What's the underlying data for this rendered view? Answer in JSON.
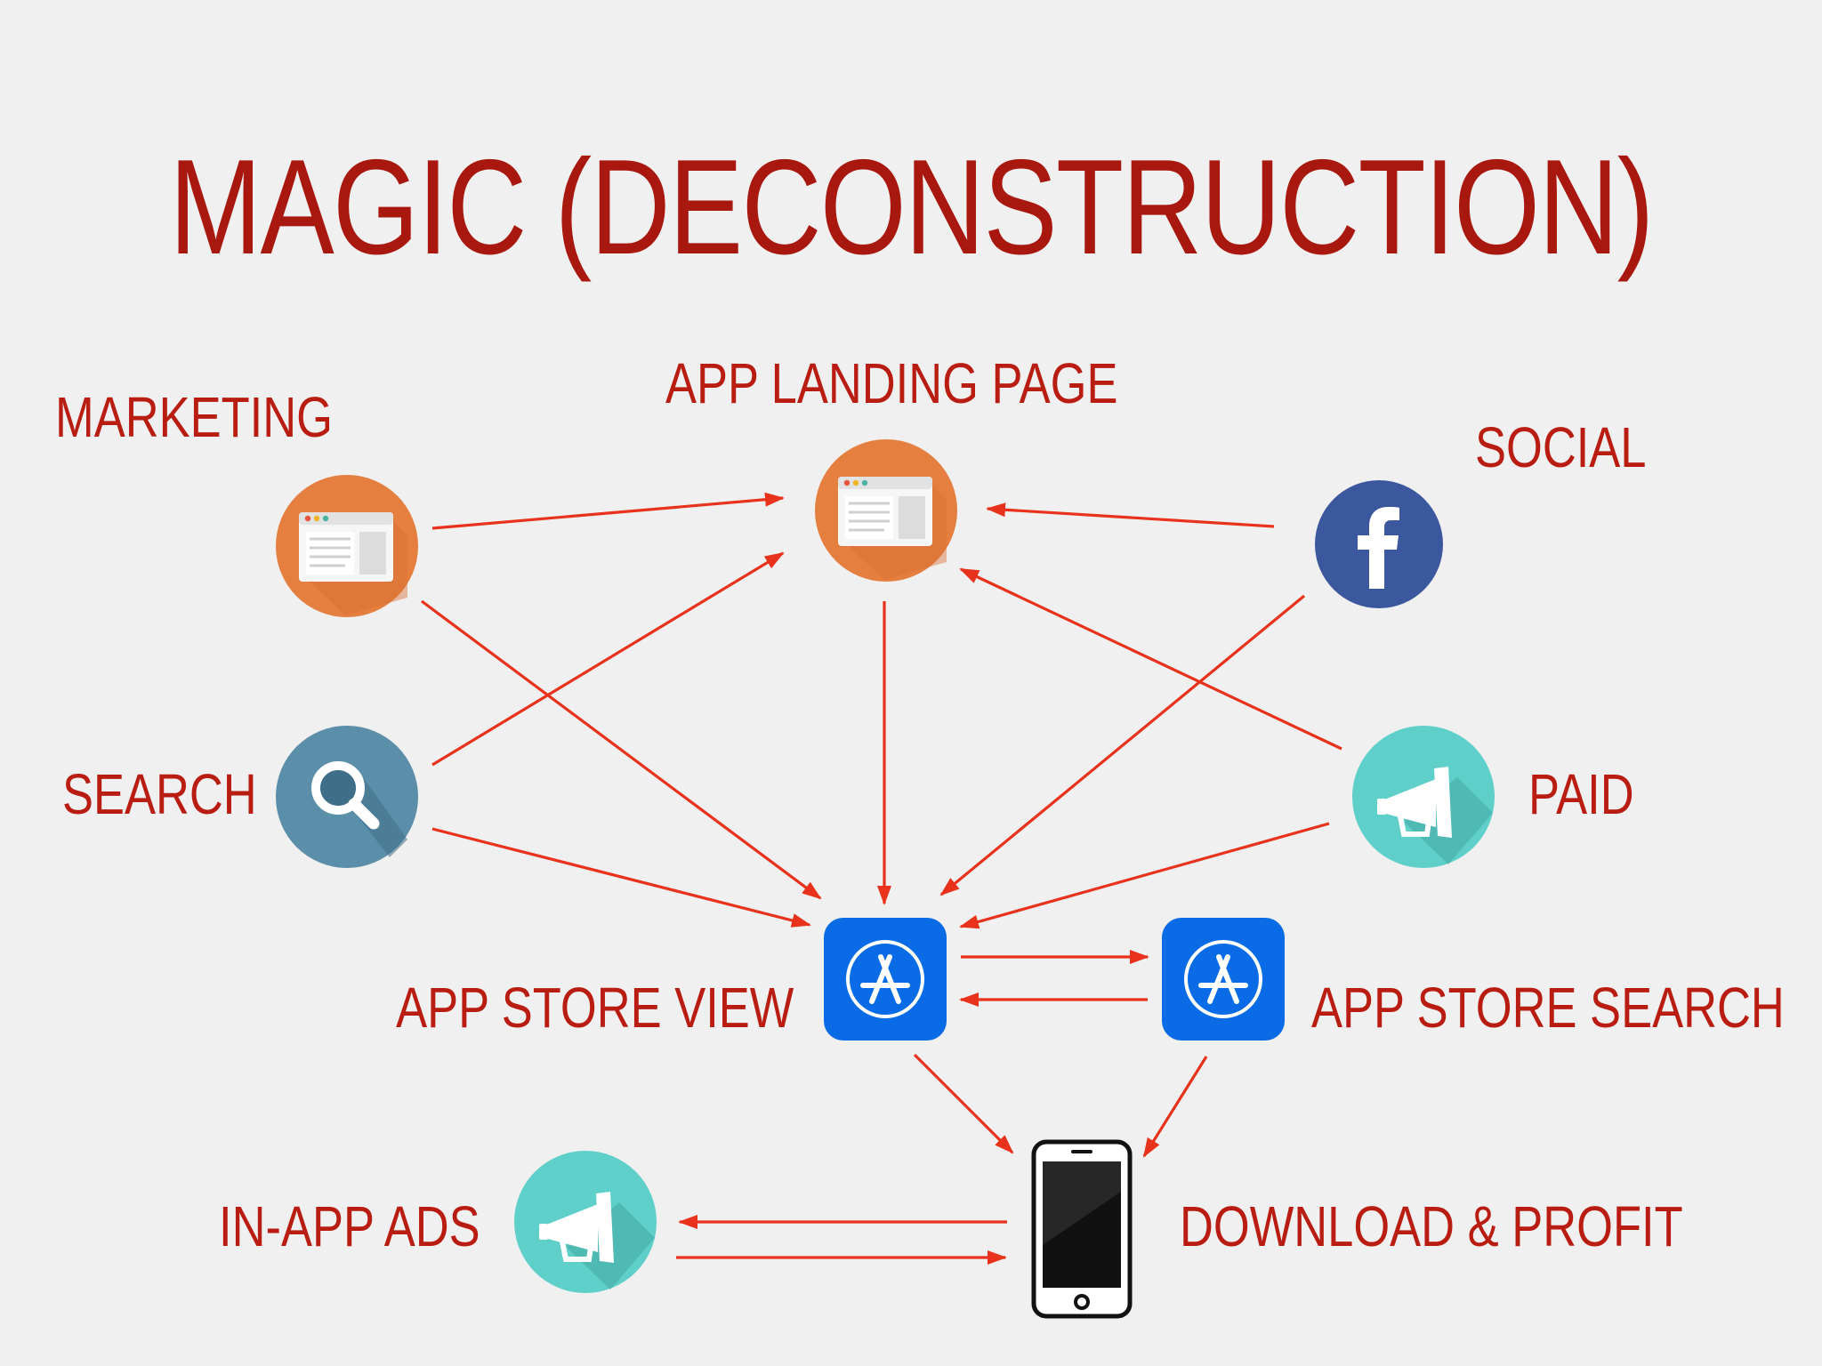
{
  "title": "MAGIC (DECONSTRUCTION)",
  "nodes": {
    "marketing": {
      "label": "MARKETING",
      "icon": "browser-window-icon"
    },
    "landing": {
      "label": "APP LANDING PAGE",
      "icon": "browser-window-icon"
    },
    "social": {
      "label": "SOCIAL",
      "icon": "facebook-icon"
    },
    "search": {
      "label": "SEARCH",
      "icon": "magnifier-icon"
    },
    "paid": {
      "label": "PAID",
      "icon": "megaphone-icon"
    },
    "store_view": {
      "label": "APP STORE VIEW",
      "icon": "app-store-icon"
    },
    "store_search": {
      "label": "APP STORE SEARCH",
      "icon": "app-store-icon"
    },
    "in_app_ads": {
      "label": "IN-APP ADS",
      "icon": "megaphone-icon"
    },
    "download": {
      "label": "DOWNLOAD & PROFIT",
      "icon": "smartphone-icon"
    }
  },
  "edges": [
    {
      "from": "marketing",
      "to": "landing"
    },
    {
      "from": "marketing",
      "to": "store_view"
    },
    {
      "from": "search",
      "to": "landing"
    },
    {
      "from": "search",
      "to": "store_view"
    },
    {
      "from": "social",
      "to": "landing"
    },
    {
      "from": "social",
      "to": "store_view"
    },
    {
      "from": "paid",
      "to": "landing"
    },
    {
      "from": "paid",
      "to": "store_view"
    },
    {
      "from": "landing",
      "to": "store_view"
    },
    {
      "from": "store_view",
      "to": "store_search"
    },
    {
      "from": "store_search",
      "to": "store_view"
    },
    {
      "from": "store_view",
      "to": "download"
    },
    {
      "from": "store_search",
      "to": "download"
    },
    {
      "from": "download",
      "to": "in_app_ads"
    },
    {
      "from": "in_app_ads",
      "to": "download"
    }
  ],
  "colors": {
    "title": "#a8180f",
    "label": "#b91d12",
    "arrow": "#e8321c",
    "orange_circle": "#e57f40",
    "search_circle": "#5b8ea8",
    "teal_circle": "#5fcfc9",
    "facebook_circle": "#3b579d",
    "app_store_blue": "#0a6be6"
  }
}
